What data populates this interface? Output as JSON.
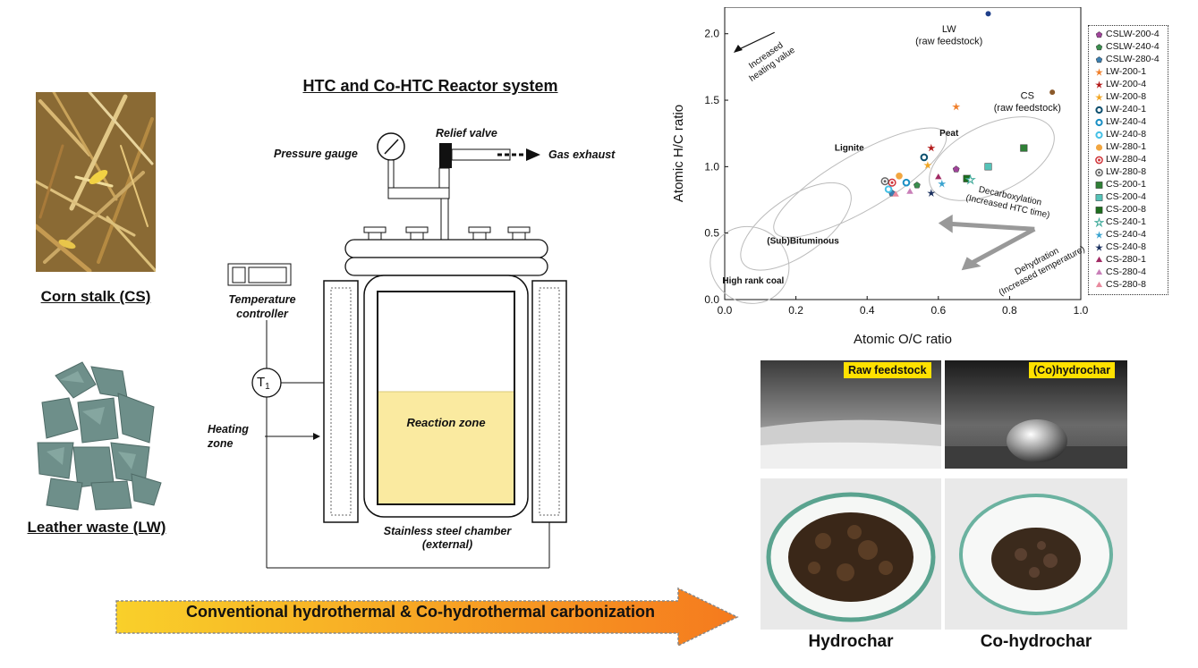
{
  "left": {
    "cs_label": "Corn stalk (CS)",
    "lw_label": "Leather waste (LW)"
  },
  "reactor": {
    "title": "HTC and Co-HTC Reactor system",
    "pressure_gauge": "Pressure gauge",
    "relief_valve": "Relief valve",
    "gas_exhaust": "Gas exhaust",
    "temp_controller_line1": "Temperature",
    "temp_controller_line2": "controller",
    "thermocouple": "T",
    "thermocouple_sub": "1",
    "heating_zone_line1": "Heating",
    "heating_zone_line2": "zone",
    "reaction_zone": "Reaction zone",
    "chamber_line1": "Stainless steel chamber",
    "chamber_line2": "(external)"
  },
  "banner": {
    "text": "Conventional hydrothermal & Co-hydrothermal carbonization",
    "colors": {
      "start": "#f9d02a",
      "end": "#f57a1e"
    }
  },
  "photos": {
    "raw_label": "Raw feedstock",
    "hydrochar_label": "(Co)hydrochar",
    "caption_hydrochar": "Hydrochar",
    "caption_cohydrochar": "Co-hydrochar"
  },
  "chart_data": {
    "type": "scatter",
    "xlabel": "Atomic O/C ratio",
    "ylabel": "Atomic H/C ratio",
    "xlim": [
      0.0,
      1.0
    ],
    "ylim": [
      0.0,
      2.2
    ],
    "xticks": [
      "0.0",
      "0.2",
      "0.4",
      "0.6",
      "0.8",
      "1.0"
    ],
    "yticks": [
      "0.0",
      "0.5",
      "1.0",
      "1.5",
      "2.0"
    ],
    "legend_position": "right-outside",
    "region_labels": [
      "High rank coal",
      "(Sub)Bituminous",
      "Lignite",
      "Peat"
    ],
    "annotations": {
      "heating_line1": "Increased",
      "heating_line2": "heating value",
      "lw_raw_line1": "LW",
      "lw_raw_line2": "(raw feedstock)",
      "cs_raw_line1": "CS",
      "cs_raw_line2": "(raw feedstock)",
      "decarb_line1": "Decarboxylation",
      "decarb_line2": "(Increased HTC time)",
      "dehyd_line1": "Dehydration",
      "dehyd_line2": "(Increased temperature)"
    },
    "raw_points": [
      {
        "name": "LW raw",
        "x": 0.74,
        "y": 2.15,
        "color": "#1f3f8a"
      },
      {
        "name": "CS raw",
        "x": 0.92,
        "y": 1.56,
        "color": "#8b5a2b"
      }
    ],
    "series": [
      {
        "name": "CSLW-200-4",
        "marker": "pentagon",
        "color": "#a0439a",
        "x": 0.65,
        "y": 0.98
      },
      {
        "name": "CSLW-240-4",
        "marker": "pentagon",
        "color": "#3a8e4e",
        "x": 0.54,
        "y": 0.86
      },
      {
        "name": "CSLW-280-4",
        "marker": "pentagon",
        "color": "#3b7fb0",
        "x": 0.47,
        "y": 0.8
      },
      {
        "name": "LW-200-1",
        "marker": "star",
        "color": "#f07f2a",
        "x": 0.65,
        "y": 1.45
      },
      {
        "name": "LW-200-4",
        "marker": "star",
        "color": "#b41a1a",
        "x": 0.58,
        "y": 1.14
      },
      {
        "name": "LW-200-8",
        "marker": "star",
        "color": "#f2a623",
        "x": 0.57,
        "y": 1.01
      },
      {
        "name": "LW-240-1",
        "marker": "ring",
        "color": "#0d4f6e",
        "x": 0.56,
        "y": 1.07
      },
      {
        "name": "LW-240-4",
        "marker": "ring",
        "color": "#1a8fc4",
        "x": 0.51,
        "y": 0.88
      },
      {
        "name": "LW-240-8",
        "marker": "ring",
        "color": "#45c1e6",
        "x": 0.46,
        "y": 0.83
      },
      {
        "name": "LW-280-1",
        "marker": "circle",
        "color": "#f2a640",
        "x": 0.49,
        "y": 0.93
      },
      {
        "name": "LW-280-4",
        "marker": "at",
        "color": "#d0353a",
        "x": 0.47,
        "y": 0.88
      },
      {
        "name": "LW-280-8",
        "marker": "at",
        "color": "#666666",
        "x": 0.45,
        "y": 0.89
      },
      {
        "name": "CS-200-1",
        "marker": "square",
        "color": "#2f7f36",
        "x": 0.84,
        "y": 1.14
      },
      {
        "name": "CS-200-4",
        "marker": "square",
        "color": "#55c3b8",
        "x": 0.74,
        "y": 1.0
      },
      {
        "name": "CS-200-8",
        "marker": "square",
        "color": "#1e6e1e",
        "x": 0.68,
        "y": 0.91
      },
      {
        "name": "CS-240-1",
        "marker": "star-open",
        "color": "#3faa9a",
        "x": 0.69,
        "y": 0.9
      },
      {
        "name": "CS-240-4",
        "marker": "star",
        "color": "#39a3cf",
        "x": 0.61,
        "y": 0.87
      },
      {
        "name": "CS-240-8",
        "marker": "star",
        "color": "#1a2f5e",
        "x": 0.58,
        "y": 0.8
      },
      {
        "name": "CS-280-1",
        "marker": "triangle",
        "color": "#a12b64",
        "x": 0.6,
        "y": 0.92
      },
      {
        "name": "CS-280-4",
        "marker": "triangle",
        "color": "#c97fb8",
        "x": 0.52,
        "y": 0.81
      },
      {
        "name": "CS-280-8",
        "marker": "triangle",
        "color": "#e88a9e",
        "x": 0.48,
        "y": 0.79
      }
    ]
  }
}
